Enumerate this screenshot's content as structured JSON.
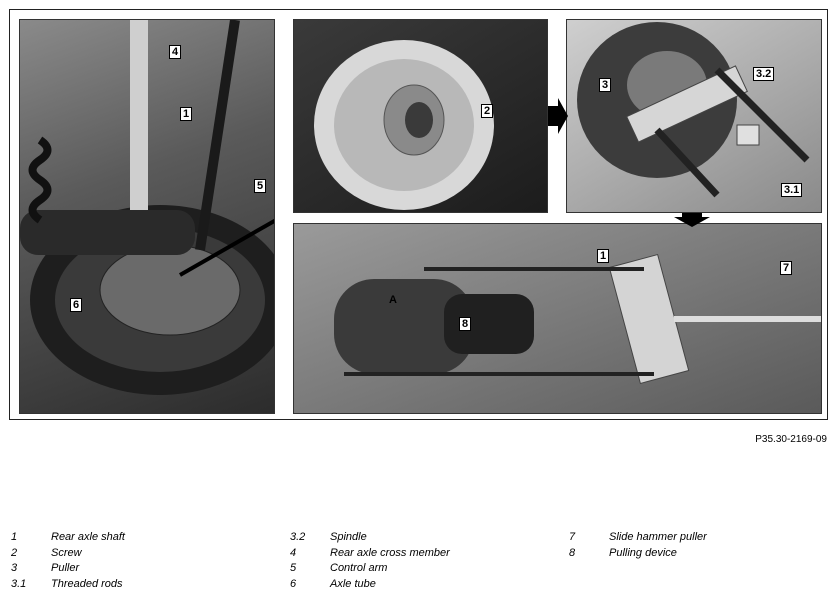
{
  "figure": {
    "id": "P35.30-2169-09",
    "callouts": {
      "p1_1": "1",
      "p1_4": "4",
      "p1_5": "5",
      "p1_6": "6",
      "p2_2": "2",
      "p3_3": "3",
      "p3_32": "3.2",
      "p3_31": "3.1",
      "p4_1": "1",
      "p4_7": "7",
      "p4_8": "8",
      "p4_A": "A"
    }
  },
  "legend": {
    "columns": [
      [
        {
          "num": "1",
          "label": "Rear axle shaft"
        },
        {
          "num": "2",
          "label": "Screw"
        },
        {
          "num": "3",
          "label": "Puller"
        },
        {
          "num": "3.1",
          "label": "Threaded rods"
        }
      ],
      [
        {
          "num": "3.2",
          "label": "Spindle"
        },
        {
          "num": "4",
          "label": "Rear axle cross member"
        },
        {
          "num": "5",
          "label": "Control arm"
        },
        {
          "num": "6",
          "label": "Axle tube"
        }
      ],
      [
        {
          "num": "7",
          "label": "Slide hammer puller"
        },
        {
          "num": "8",
          "label": "Pulling device"
        }
      ]
    ]
  }
}
